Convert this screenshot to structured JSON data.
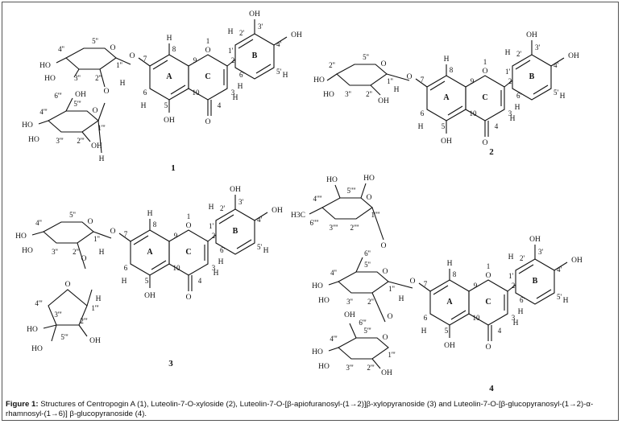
{
  "figure": {
    "caption_label": "Figure 1:",
    "caption_text": "Structures of Centropogin A (1), Luteolin-7-O-xyloside (2), Luteolin-7-O-[β-apiofuranosyl-(1→2)]β-xylopyranoside (3) and Luteolin-7-O-[β-glucopyranosyl-(1→2)-α-rhamnosyl-(1→6)] β-glucopyranoside (4).",
    "compound_numbers": [
      "1",
      "2",
      "3",
      "4"
    ],
    "ring_labels": [
      "A",
      "B",
      "C"
    ],
    "groups": {
      "oh": "OH",
      "ho": "HO",
      "h": "H",
      "o": "O",
      "carbonyl_o": "O",
      "h3c": "H3C"
    },
    "positions": {
      "p1": "1",
      "p2": "2",
      "p3": "3",
      "p4": "4",
      "p5": "5",
      "p6": "6",
      "p7": "7",
      "p8": "8",
      "p9": "9",
      "p10": "10",
      "p1p": "1'",
      "p2p": "2'",
      "p3p": "3'",
      "p4p": "4'",
      "p5p": "5'",
      "p6p": "6'",
      "p1pp": "1''",
      "p2pp": "2''",
      "p3pp": "3''",
      "p4pp": "4''",
      "p5pp": "5''",
      "p6pp": "6''",
      "p1ppp": "1'''",
      "p2ppp": "2'''",
      "p3ppp": "3'''",
      "p4ppp": "4'''",
      "p5ppp": "5'''",
      "p6ppp": "6'''",
      "p1pppp": "1''''",
      "p2pppp": "2''''",
      "p3pppp": "3''''",
      "p4pppp": "4''''",
      "p5pppp": "5''''",
      "p6pppp": "6''''"
    }
  }
}
